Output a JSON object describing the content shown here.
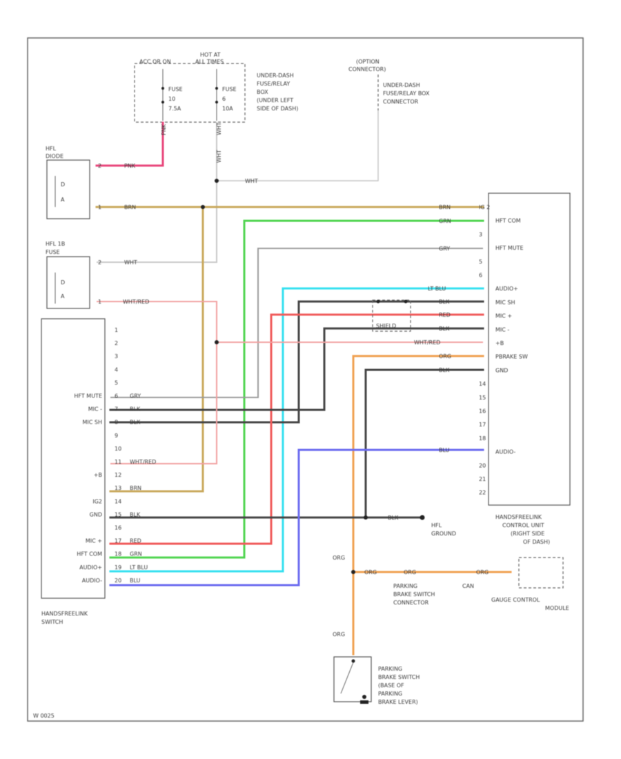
{
  "frame_code": "W 0025",
  "fuse_box": {
    "title_hot_at": "HOT AT",
    "title_all_times": "ALL TIMES",
    "acc_label": "ACC OR ON",
    "fuse_a": {
      "name": "FUSE",
      "number": "10",
      "rating": "7.5A"
    },
    "fuse_b": {
      "name": "FUSE",
      "number": "6",
      "rating": "10A"
    },
    "desc_line1": "UNDER-DASH",
    "desc_line2": "FUSE/RELAY",
    "desc_line3": "BOX",
    "desc_line4": "(UNDER LEFT",
    "desc_line5": "SIDE OF DASH)",
    "wire_pnk": "PNK",
    "wire_wht": "WHT",
    "wire_wht2": "WHT"
  },
  "option_connector": {
    "line1": "(OPTION",
    "line2": "CONNECTOR)",
    "desc1": "UNDER-DASH",
    "desc2": "FUSE/RELAY BOX",
    "desc3": "CONNECTOR"
  },
  "hfl_diode": {
    "line1": "HFL",
    "line2": "DIODE",
    "pin_d": "D",
    "pin_a": "A",
    "pin2": "2",
    "pin1": "1"
  },
  "hfl_fuse": {
    "line1": "HFL 1B",
    "line2": "FUSE",
    "pin_d": "D",
    "pin_a": "A",
    "pin2": "2",
    "pin1": "1"
  },
  "wire_labels": {
    "brn_top": "BRN",
    "brn_right": "BRN",
    "grn_right": "GRN",
    "wht_mid": "WHT",
    "wht_fuse": "WHT",
    "wht_red_fuse": "WHT/RED",
    "gry_right": "GRY",
    "ltblu_right": "LT BLU",
    "blk_right1": "BLK",
    "red_right": "RED",
    "blk_right2": "BLK",
    "whtred_right": "WHT/RED",
    "org_right": "ORG",
    "blk_right3": "BLK",
    "blu_right": "BLU",
    "shielded": "SHIELD",
    "blk_ground": "BLK",
    "org_vertical": "ORG",
    "org_mid": "ORG",
    "org_to_gauge": "ORG",
    "org_lower": "ORG",
    "can": "CAN"
  },
  "control_unit": {
    "title1": "HANDSFREELINK",
    "title2": "CONTROL UNIT",
    "title3": "(RIGHT SIDE",
    "title4": "OF DASH)",
    "pins": [
      {
        "n": "IG 2",
        "label": ""
      },
      {
        "n": "",
        "label": "HFT COM"
      },
      {
        "n": "3",
        "label": ""
      },
      {
        "n": "",
        "label": "HFT MUTE"
      },
      {
        "n": "5",
        "label": ""
      },
      {
        "n": "6",
        "label": ""
      },
      {
        "n": "",
        "label": "AUDIO+"
      },
      {
        "n": "",
        "label": "MIC SH"
      },
      {
        "n": "",
        "label": "MIC +"
      },
      {
        "n": "",
        "label": "MIC -"
      },
      {
        "n": "",
        "label": "+B"
      },
      {
        "n": "",
        "label": "PBRAKE SW"
      },
      {
        "n": "",
        "label": "GND"
      },
      {
        "n": "14",
        "label": ""
      },
      {
        "n": "15",
        "label": ""
      },
      {
        "n": "16",
        "label": ""
      },
      {
        "n": "17",
        "label": ""
      },
      {
        "n": "18",
        "label": ""
      },
      {
        "n": "",
        "label": "AUDIO-"
      },
      {
        "n": "20",
        "label": ""
      },
      {
        "n": "21",
        "label": ""
      },
      {
        "n": "22",
        "label": ""
      }
    ]
  },
  "switch": {
    "title1": "HANDSFREELINK",
    "title2": "SWITCH",
    "pins": [
      {
        "n": "1",
        "label": "",
        "wire": ""
      },
      {
        "n": "2",
        "label": "",
        "wire": ""
      },
      {
        "n": "3",
        "label": "",
        "wire": ""
      },
      {
        "n": "4",
        "label": "",
        "wire": ""
      },
      {
        "n": "5",
        "label": "",
        "wire": ""
      },
      {
        "n": "6",
        "label": "HFT MUTE",
        "wire": "GRY"
      },
      {
        "n": "7",
        "label": "MIC -",
        "wire": "BLK"
      },
      {
        "n": "8",
        "label": "MIC SH",
        "wire": "BLK"
      },
      {
        "n": "9",
        "label": "",
        "wire": ""
      },
      {
        "n": "10",
        "label": "",
        "wire": ""
      },
      {
        "n": "11",
        "label": "",
        "wire": "WHT/RED"
      },
      {
        "n": "12",
        "label": "+B",
        "wire": ""
      },
      {
        "n": "13",
        "label": "",
        "wire": "BRN"
      },
      {
        "n": "14",
        "label": "IG2",
        "wire": ""
      },
      {
        "n": "15",
        "label": "GND",
        "wire": "BLK"
      },
      {
        "n": "16",
        "label": "",
        "wire": ""
      },
      {
        "n": "17",
        "label": "MIC +",
        "wire": "RED"
      },
      {
        "n": "18",
        "label": "HFT COM",
        "wire": "GRN"
      },
      {
        "n": "19",
        "label": "AUDIO+",
        "wire": "LT BLU"
      },
      {
        "n": "20",
        "label": "AUDIO-",
        "wire": "BLU"
      }
    ]
  },
  "ground": {
    "line1": "HFL",
    "line2": "GROUND"
  },
  "parking_connector": {
    "line1": "PARKING",
    "line2": "BRAKE SWITCH",
    "line3": "CONNECTOR"
  },
  "gauge": {
    "line1": "GAUGE CONTROL",
    "line2": "MODULE"
  },
  "parking_switch": {
    "line1": "PARKING",
    "line2": "BRAKE SWITCH",
    "line3": "(BASE OF",
    "line4": "PARKING",
    "line5": "BRAKE LEVER)"
  },
  "colors": {
    "pnk": "#e8457a",
    "brn": "#c9a85c",
    "grn": "#4fd44f",
    "wht": "#c8c8c8",
    "gry": "#8a8a8a",
    "ltblu": "#33e0f0",
    "blk": "#444444",
    "red": "#f05a5a",
    "whtred": "#f2a0a0",
    "org": "#f0a050",
    "blu": "#6b6bf0"
  }
}
